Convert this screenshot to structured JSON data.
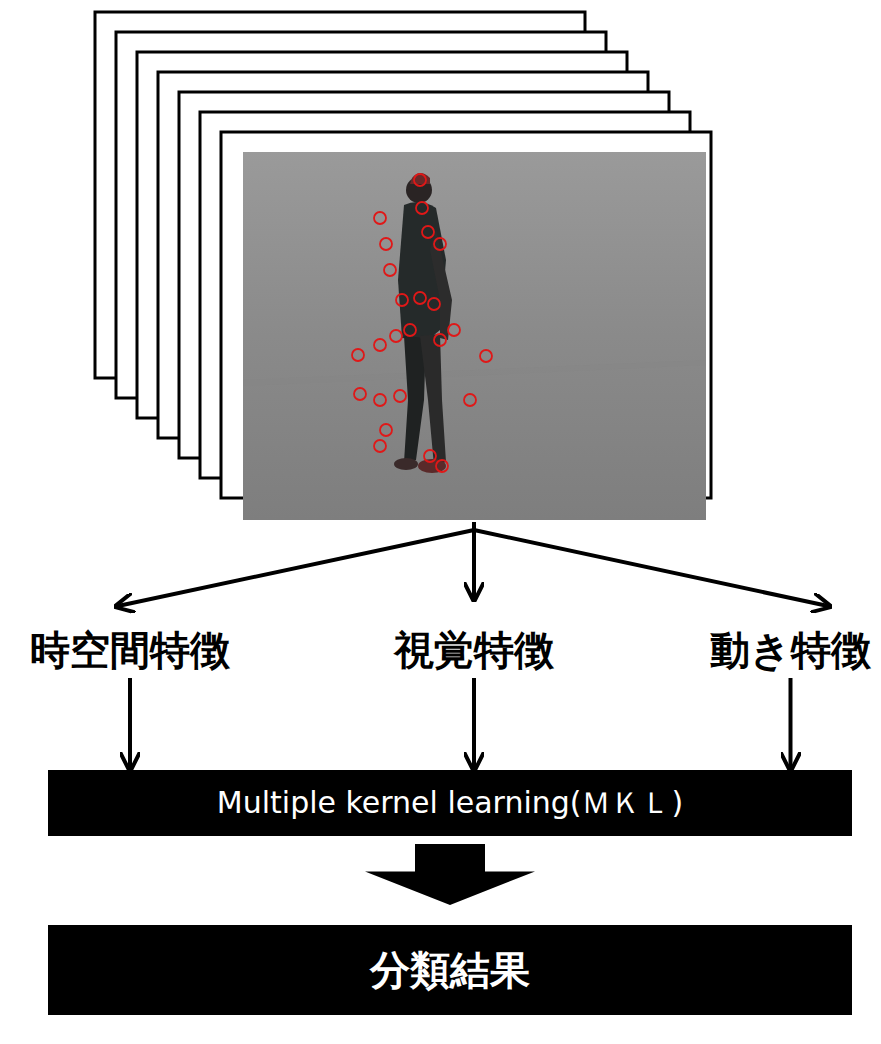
{
  "diagram": {
    "nodes": [
      {
        "text": [
          "時空間特徴"
        ]
      },
      {
        "text": [
          "視覚特徴"
        ]
      },
      {
        "text": [
          "動き特徴"
        ]
      },
      {
        "text": [
          "Multiple kernel learning(ＭＫＬ)"
        ]
      },
      {
        "text": [
          "分類結果"
        ]
      }
    ],
    "edges": [
      {
        "from": 0,
        "to": 3,
        "arrow": "to"
      },
      {
        "from": 1,
        "to": 3,
        "arrow": "to"
      },
      {
        "from": 2,
        "to": 3,
        "arrow": "to"
      },
      {
        "from": 3,
        "to": 4,
        "arrow": "to"
      }
    ]
  }
}
